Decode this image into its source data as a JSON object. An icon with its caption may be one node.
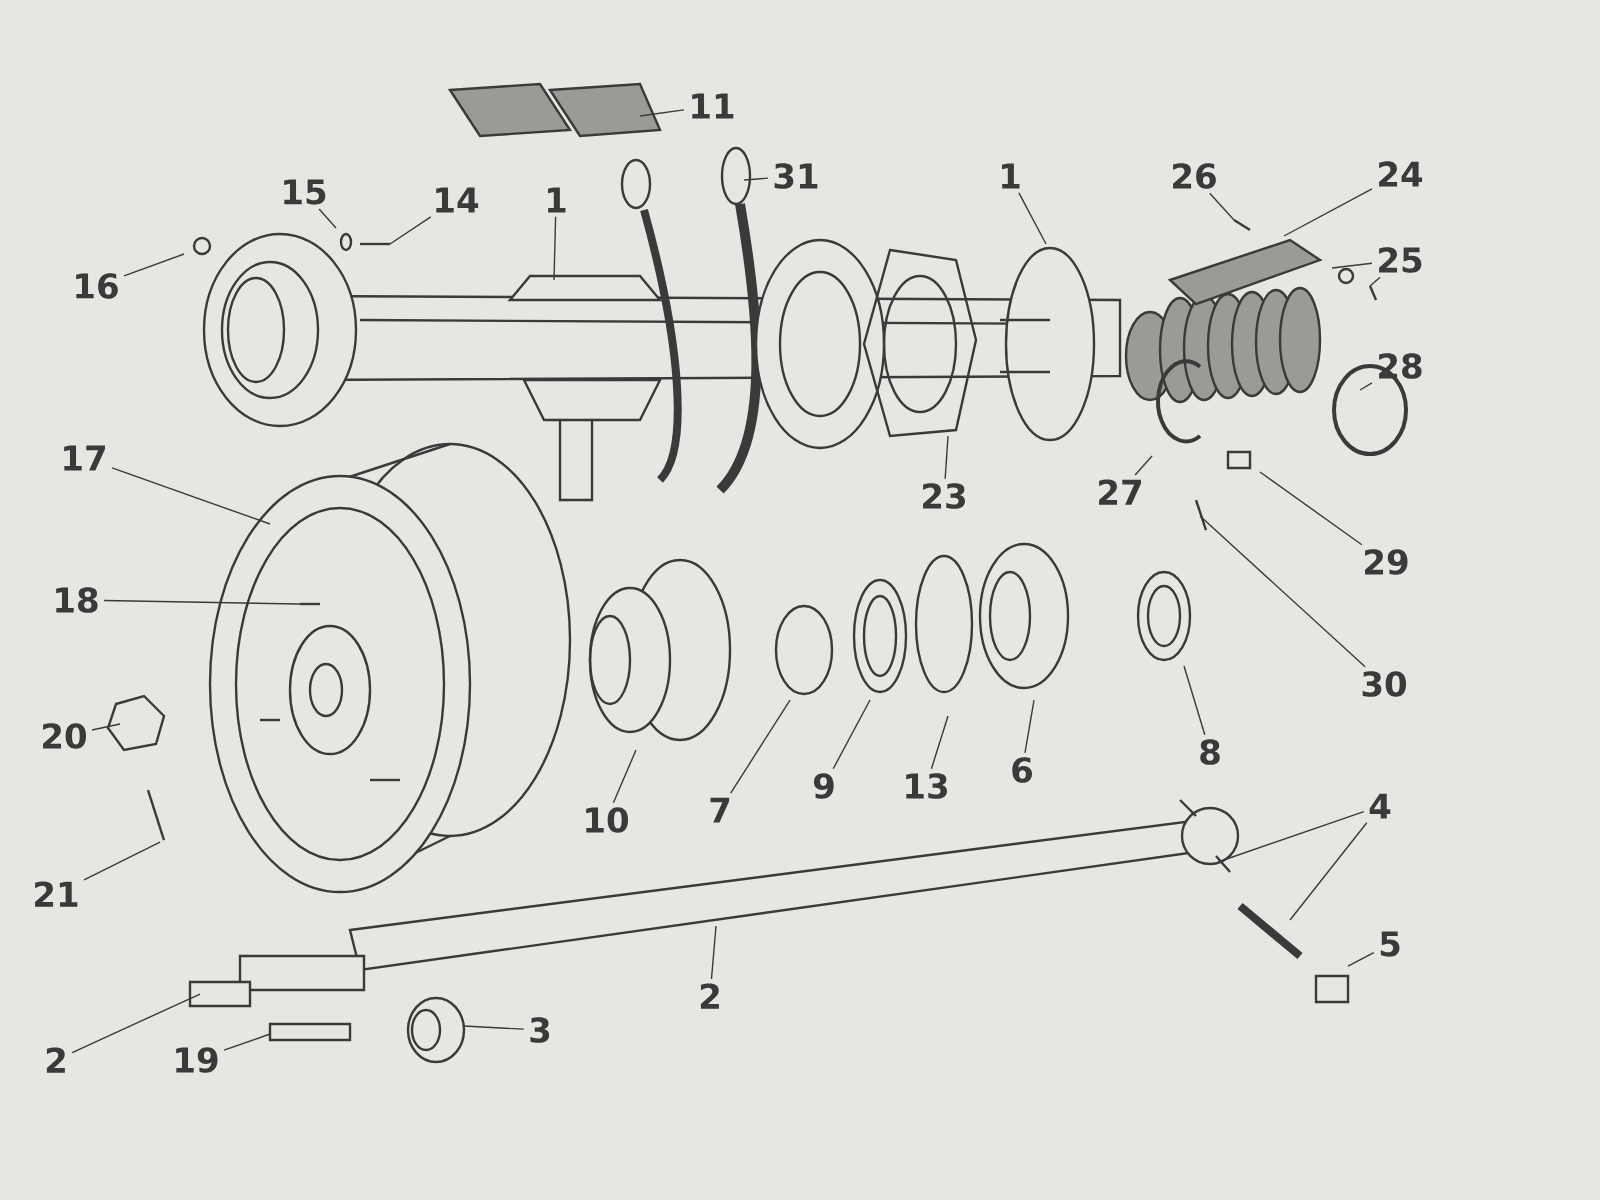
{
  "diagram": {
    "nodes": [
      {
        "text": [
          "11"
        ]
      },
      {
        "text": [
          "15"
        ]
      },
      {
        "text": [
          "14"
        ]
      },
      {
        "text": [
          "1"
        ]
      },
      {
        "text": [
          "31"
        ]
      },
      {
        "text": [
          "1"
        ]
      },
      {
        "text": [
          "26"
        ]
      },
      {
        "text": [
          "24"
        ]
      },
      {
        "text": [
          "25"
        ]
      },
      {
        "text": [
          "16"
        ]
      },
      {
        "text": [
          "17"
        ]
      },
      {
        "text": [
          "28"
        ]
      },
      {
        "text": [
          "23"
        ]
      },
      {
        "text": [
          "27"
        ]
      },
      {
        "text": [
          "29"
        ]
      },
      {
        "text": [
          "18"
        ]
      },
      {
        "text": [
          "30"
        ]
      },
      {
        "text": [
          "20"
        ]
      },
      {
        "text": [
          "10"
        ]
      },
      {
        "text": [
          "7"
        ]
      },
      {
        "text": [
          "9"
        ]
      },
      {
        "text": [
          "13"
        ]
      },
      {
        "text": [
          "6"
        ]
      },
      {
        "text": [
          "8"
        ]
      },
      {
        "text": [
          "4"
        ]
      },
      {
        "text": [
          "21"
        ]
      },
      {
        "text": [
          "2"
        ]
      },
      {
        "text": [
          "5"
        ]
      },
      {
        "text": [
          "2"
        ]
      },
      {
        "text": [
          "19"
        ]
      },
      {
        "text": [
          "3"
        ]
      }
    ],
    "edges": [
      {
        "from": 0,
        "to": null,
        "arrow": "none"
      },
      {
        "from": 1,
        "to": null,
        "arrow": "none"
      },
      {
        "from": 2,
        "to": null,
        "arrow": "none"
      },
      {
        "from": 3,
        "to": null,
        "arrow": "none"
      },
      {
        "from": 4,
        "to": null,
        "arrow": "none"
      },
      {
        "from": 5,
        "to": null,
        "arrow": "none"
      },
      {
        "from": 6,
        "to": null,
        "arrow": "none"
      },
      {
        "from": 7,
        "to": null,
        "arrow": "none"
      },
      {
        "from": 8,
        "to": null,
        "arrow": "none"
      },
      {
        "from": 8,
        "to": null,
        "arrow": "none"
      },
      {
        "from": 9,
        "to": null,
        "arrow": "none"
      },
      {
        "from": 10,
        "to": null,
        "arrow": "none"
      },
      {
        "from": 11,
        "to": null,
        "arrow": "none"
      },
      {
        "from": 12,
        "to": null,
        "arrow": "none"
      },
      {
        "from": 13,
        "to": null,
        "arrow": "none"
      },
      {
        "from": 14,
        "to": null,
        "arrow": "none"
      },
      {
        "from": 15,
        "to": null,
        "arrow": "none"
      },
      {
        "from": 16,
        "to": null,
        "arrow": "none"
      },
      {
        "from": 17,
        "to": null,
        "arrow": "none"
      },
      {
        "from": 18,
        "to": null,
        "arrow": "none"
      },
      {
        "from": 19,
        "to": null,
        "arrow": "none"
      },
      {
        "from": 20,
        "to": null,
        "arrow": "none"
      },
      {
        "from": 21,
        "to": null,
        "arrow": "none"
      },
      {
        "from": 22,
        "to": null,
        "arrow": "none"
      },
      {
        "from": 23,
        "to": null,
        "arrow": "none"
      },
      {
        "from": 24,
        "to": null,
        "arrow": "none"
      },
      {
        "from": 24,
        "to": null,
        "arrow": "none"
      },
      {
        "from": 25,
        "to": null,
        "arrow": "none"
      },
      {
        "from": 26,
        "to": null,
        "arrow": "none"
      },
      {
        "from": 27,
        "to": null,
        "arrow": "none"
      },
      {
        "from": 28,
        "to": null,
        "arrow": "none"
      },
      {
        "from": 29,
        "to": null,
        "arrow": "none"
      },
      {
        "from": 30,
        "to": null,
        "arrow": "none"
      }
    ]
  }
}
